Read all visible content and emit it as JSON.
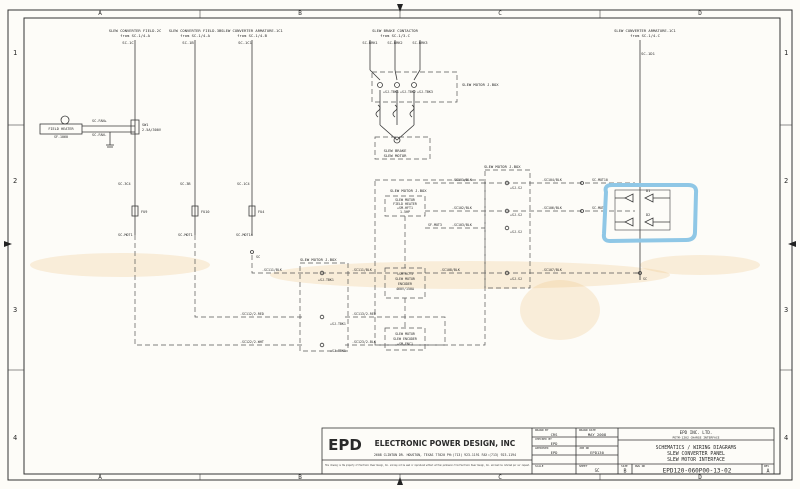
{
  "grid": {
    "columns": [
      "A",
      "B",
      "C",
      "D"
    ],
    "rows": [
      "1",
      "2",
      "3",
      "4"
    ]
  },
  "headers": {
    "fld_a": {
      "line1": "SLEW CONVERTER FIELD-2C",
      "line2": "from SC-1/4-A",
      "tag": "SC-1C"
    },
    "fld_b": {
      "line1": "SLEW CONVERTER FIELD-3B",
      "line2": "from SC-1/4-A",
      "tag": "SC-1B"
    },
    "arm_a": {
      "line1": "SLEW CONVERTER ARMATURE-1C1",
      "line2": "from SC-1/4-B",
      "tag": "SC-1C1"
    },
    "brake": {
      "line1": "SLEW BRAKE CONTACTOR",
      "line2": "from SC-1/3-C",
      "tags": [
        "SC-BRK1",
        "SC-BRK2",
        "SC-BRK3"
      ]
    },
    "arm_d": {
      "line1": "SLEW CONVERTER ARMATURE-1C1",
      "line2": "from SC-1/4-C",
      "tag": "SC-1D1"
    }
  },
  "labels": {
    "fan1": "SC-FAN+",
    "fan2": "SC-FAN-",
    "field_heater": "FIELD HEATER",
    "fh_tag": "SF-1060",
    "heater_sw": "SW1",
    "heater_rating": "2.5A/300V",
    "vert_a": "SC-3C4",
    "vert_b": "SC-3B",
    "vert_c": "SC-1C4",
    "fuse_a": "FU9",
    "fuse_b": "FU10",
    "fuse_c": "FU4",
    "mot_a": "SC-MOT1",
    "mot_b": "SC-MOT1",
    "mot_c": "SC-MOT1A",
    "sc": "SC",
    "jbox_top": "SLEW MOTOR J-BOX",
    "jbox_mid": "SLEW MOTOR J-BOX",
    "jbox_left": "SLEW MOTOR J-BOX",
    "brake_box": "SLEW BRAKE",
    "brake_motor": "SLEW MOTOR",
    "tbk": [
      "+SJ-TBK1",
      "+SJ-TBK2",
      "+SJ-TBK3"
    ],
    "slew_motor": "SLEW MOTOR",
    "motor_f1": "SLEW MOTOR",
    "motor_f2": "FIELD HEATER",
    "motor_f3": "+SM-HFT1",
    "motor_f4": "1.5HP",
    "motor_s1": "+SM-HCT1",
    "motor_s2": "SLEW MOTOR",
    "motor_s3": "ENCODER",
    "motor_s4": "460V/150A",
    "motor_b1": "SLEW MOTOR",
    "motor_b2": "SLEW ENCODER",
    "motor_b3": "+SM-ENC1",
    "w1": "-SC101/BLK",
    "w2": "-SC102/BLK",
    "w3": "-SC103/BLK",
    "w4": "-SC104/BLK",
    "w5": "-SC106/BLK",
    "w6": "-SC107/BLK",
    "w7": "-SC108/BLK",
    "w8": "-SC111/BLK",
    "w9": "-SC112/2-RED",
    "w10": "-SC113/2-RED",
    "w11": "-SC122/2-WHT",
    "w12": "-SC123/2-BLK",
    "w13": "SC-MOT10",
    "w14": "SC-MOT2",
    "w15": "SF-MOT3",
    "term_sj": "+SJ-SJ",
    "term_sm": "+SJ-TBK1",
    "d1": "D1",
    "d2": "D2"
  },
  "title_block": {
    "company": "ELECTRONIC POWER DESIGN, INC",
    "logo": "EPD",
    "address": "2608 CLINTON DR. HOUSTON, TEXAS 77020 PH:(713) 923-1191 FAX:(713) 923-1194",
    "notice": "This drawing is the property of Electronic Power Design, Inc. and may not be used or reproduced without written permission from Electronic Power Design, Inc. and must be returned per our request.",
    "drawn_by_label": "DRAWN BY",
    "drawn_by": "CRS",
    "checked_label": "CHECKED BY",
    "checked": "EPD",
    "approved_label": "APPROVED",
    "approved": "EPD",
    "date_label": "DRAWN DATE",
    "date": "MAY 2008",
    "job_label": "JOB NO",
    "job": "EPD130",
    "sheet_label": "SHEET",
    "sheet": "SC",
    "owner": "EPD INC. LTD.",
    "owner_sub": "PETM-1202 CHARGE INTERFACE",
    "title1": "SCHEMATICS / WIRING DIAGRAMS",
    "title2": "SLEW CONVERTER PANEL",
    "title3": "SLEW MOTOR INTERFACE",
    "size_label": "SIZE",
    "size": "B",
    "dwg_label": "DWG NO",
    "dwg_no": "EPD120-060P00-13-02",
    "rev_label": "REV",
    "rev": "A",
    "scale_label": "SCALE"
  },
  "colors": {
    "line": "#333333",
    "highlight": "#8fc7e6",
    "stain": "#f2c48a",
    "paper": "#fdfcf8"
  }
}
